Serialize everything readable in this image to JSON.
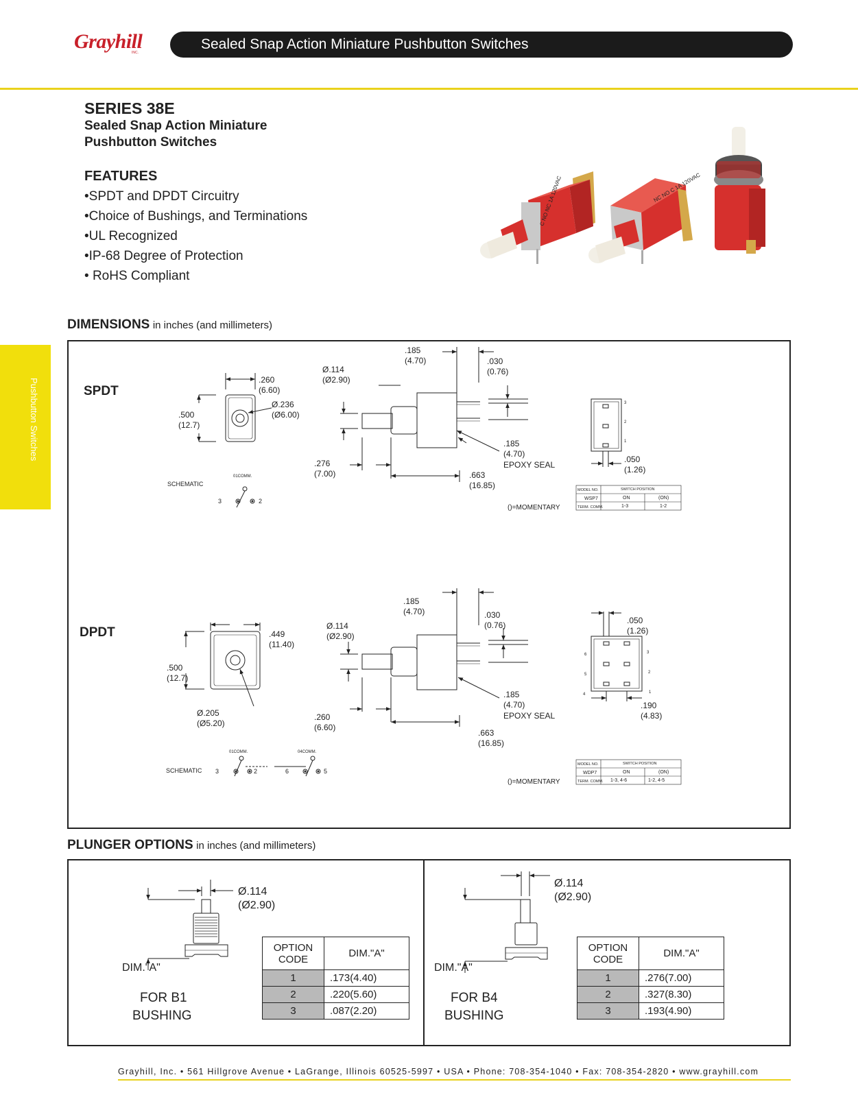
{
  "header": {
    "brand": "Grayhill",
    "brand_suffix": "INC.",
    "title": "Sealed Snap Action Miniature Pushbutton Switches"
  },
  "side_tab": "Pushbutton Switches",
  "intro": {
    "series": "SERIES 38E",
    "subtitle_line1": "Sealed Snap Action Miniature",
    "subtitle_line2": "Pushbutton Switches",
    "features_heading": "FEATURES",
    "features": [
      "SPDT and DPDT Circuitry",
      "Choice of Bushings, and Terminations",
      "UL Recognized",
      "IP-68 Degree of Protection",
      "RoHS Compliant"
    ]
  },
  "dimensions": {
    "title": "DIMENSIONS",
    "units": "in inches (and millimeters)",
    "spdt": {
      "label": "SPDT",
      "dims": {
        "d260": ".260",
        "d260mm": "(6.60)",
        "d236": "Ø.236",
        "d236mm": "(Ø6.00)",
        "d500": ".500",
        "d500mm": "(12.7)",
        "d114": "Ø.114",
        "d114mm": "(Ø2.90)",
        "d185t": ".185",
        "d185tmm": "(4.70)",
        "d030": ".030",
        "d030mm": "(0.76)",
        "d185b": ".185",
        "d185bmm": "(4.70)",
        "epoxy": "EPOXY SEAL",
        "d276": ".276",
        "d276mm": "(7.00)",
        "d663": ".663",
        "d663mm": "(16.85)",
        "d050": ".050",
        "d050mm": "(1.26)"
      },
      "schematic": "SCHEMATIC",
      "comm": "01COMM.",
      "pins": [
        "3",
        "2"
      ],
      "term_pins": [
        "3",
        "2",
        "1"
      ],
      "table": {
        "model_hdr": "MODEL NO.",
        "pos_hdr": "SWITCH POSITION",
        "model": "WSP7",
        "pos1": "ON",
        "pos2": "(ON)",
        "term_hdr": "TERM. COMM.",
        "term1": "1-3",
        "term2": "1-2"
      },
      "momentary": "()=MOMENTARY"
    },
    "dpdt": {
      "label": "DPDT",
      "dims": {
        "d449": ".449",
        "d449mm": "(11.40)",
        "d500": ".500",
        "d500mm": "(12.7)",
        "d205": "Ø.205",
        "d205mm": "(Ø5.20)",
        "d114": "Ø.114",
        "d114mm": "(Ø2.90)",
        "d185t": ".185",
        "d185tmm": "(4.70)",
        "d030": ".030",
        "d030mm": "(0.76)",
        "d185b": ".185",
        "d185bmm": "(4.70)",
        "epoxy": "EPOXY SEAL",
        "d260": ".260",
        "d260mm": "(6.60)",
        "d663": ".663",
        "d663mm": "(16.85)",
        "d050": ".050",
        "d050mm": "(1.26)",
        "d190": ".190",
        "d190mm": "(4.83)"
      },
      "schematic": "SCHEMATIC",
      "comm1": "01COMM.",
      "comm2": "04COMM.",
      "pins1": [
        "3",
        "2"
      ],
      "pins2": [
        "6",
        "5"
      ],
      "term_left": [
        "6",
        "5",
        "4"
      ],
      "term_right": [
        "3",
        "2",
        "1"
      ],
      "table": {
        "model_hdr": "MODEL NO.",
        "pos_hdr": "SWITCH POSITION",
        "model": "WDP7",
        "pos1": "ON",
        "pos2": "(ON)",
        "term_hdr": "TERM. COMM.",
        "term1": "1-3, 4-6",
        "term2": "1-2, 4-5"
      },
      "momentary": "()=MOMENTARY"
    }
  },
  "plunger": {
    "title": "PLUNGER OPTIONS",
    "units": "in inches (and millimeters)",
    "b1": {
      "dia": "Ø.114",
      "dia_mm": "(Ø2.90)",
      "dim_label": "DIM.\"A\"",
      "for_line1": "FOR B1",
      "for_line2": "BUSHING",
      "table": {
        "hdr_option1": "OPTION",
        "hdr_option2": "CODE",
        "hdr_dim": "DIM.\"A\"",
        "rows": [
          {
            "code": "1",
            "dim": ".173(4.40)"
          },
          {
            "code": "2",
            "dim": ".220(5.60)"
          },
          {
            "code": "3",
            "dim": ".087(2.20)"
          }
        ]
      }
    },
    "b4": {
      "dia": "Ø.114",
      "dia_mm": "(Ø2.90)",
      "dim_label": "DIM.\"A\"",
      "for_line1": "FOR B4",
      "for_line2": "BUSHING",
      "table": {
        "hdr_option1": "OPTION",
        "hdr_option2": "CODE",
        "hdr_dim": "DIM.\"A\"",
        "rows": [
          {
            "code": "1",
            "dim": ".276(7.00)"
          },
          {
            "code": "2",
            "dim": ".327(8.30)"
          },
          {
            "code": "3",
            "dim": ".193(4.90)"
          }
        ]
      }
    }
  },
  "photo_labels": {
    "switch1": "C NO NC 1A 120VAC",
    "switch2": "NC NO C 1A 120VAC"
  },
  "footer": "Grayhill, Inc. • 561 Hillgrove Avenue • LaGrange, Illinois  60525-5997 • USA • Phone: 708-354-1040 • Fax: 708-354-2820 • www.grayhill.com"
}
